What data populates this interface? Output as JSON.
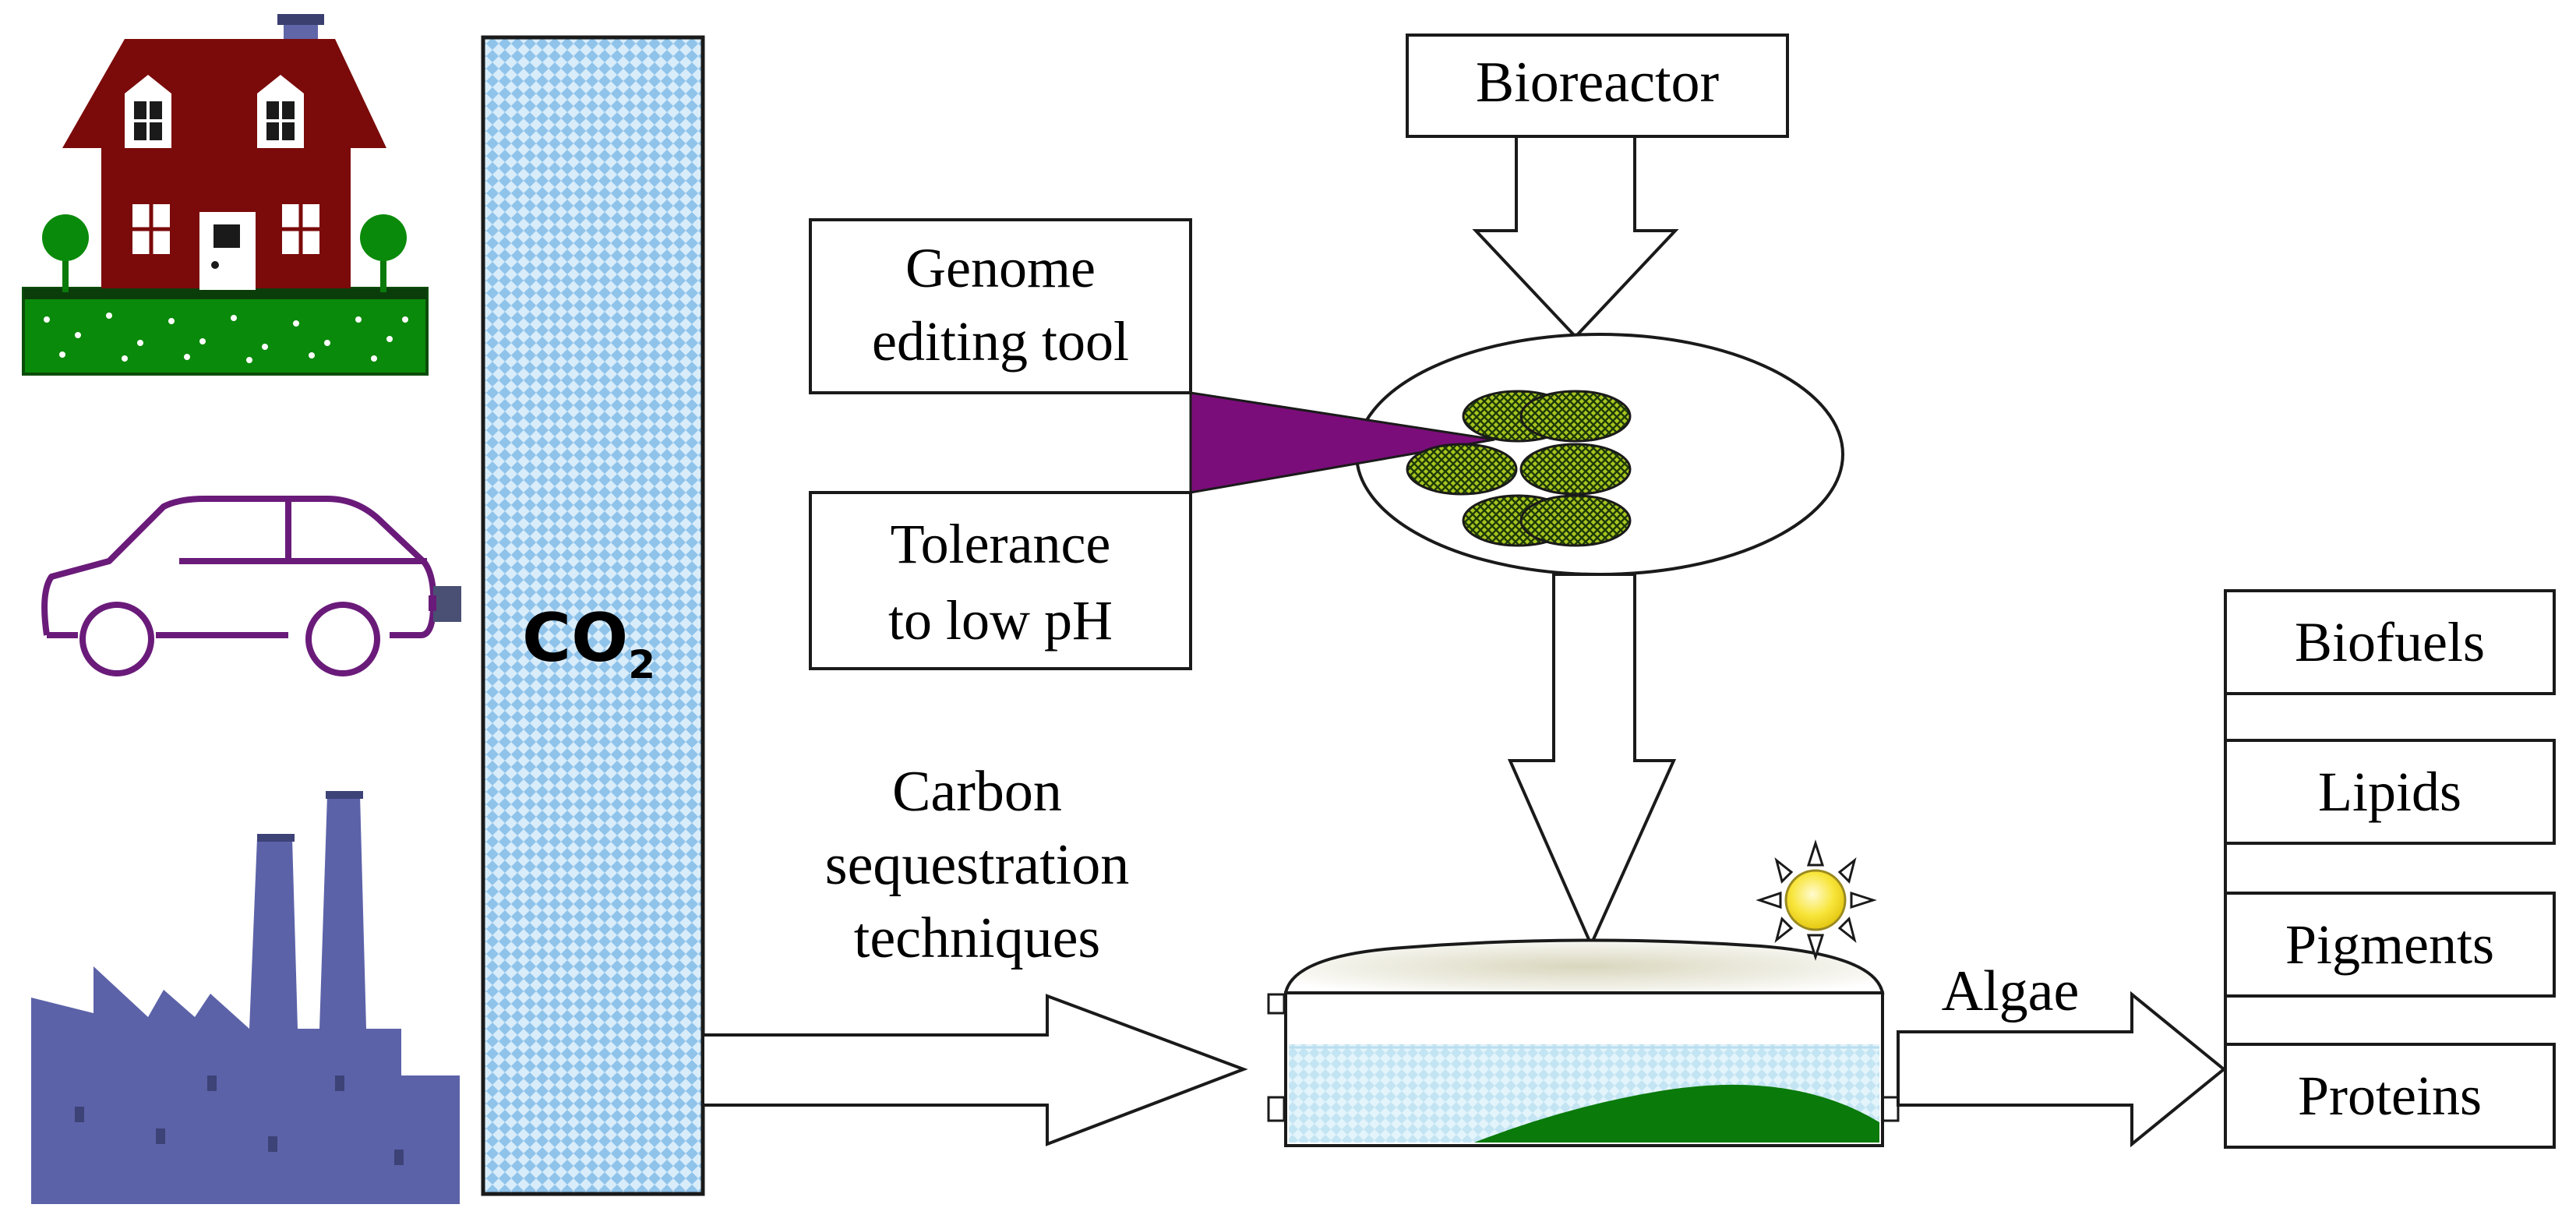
{
  "colors": {
    "house": "#7b0a0a",
    "grass": "#0a8a0a",
    "car": "#6a1b7a",
    "factory": "#5c62a8",
    "co2_column": "#b9dcf3",
    "wedge": "#7a0d7a",
    "algae_cells": "#9ab71a",
    "sun": "#f5e21a",
    "pond_water": "#cfeaf7",
    "pond_algae": "#0a7a0a"
  },
  "icons": [
    "house-icon",
    "car-icon",
    "factory-icon",
    "sun-icon"
  ],
  "co2": {
    "main": "CO",
    "sub": "2"
  },
  "boxes": {
    "bioreactor": "Bioreactor",
    "genome_line1": "Genome",
    "genome_line2": "editing tool",
    "tolerance_line1": "Tolerance",
    "tolerance_line2": "to low pH"
  },
  "labels": {
    "carbon_line1": "Carbon",
    "carbon_line2": "sequestration",
    "carbon_line3": "techniques",
    "algae": "Algae"
  },
  "products": [
    "Biofuels",
    "Lipids",
    "Pigments",
    "Proteins"
  ]
}
